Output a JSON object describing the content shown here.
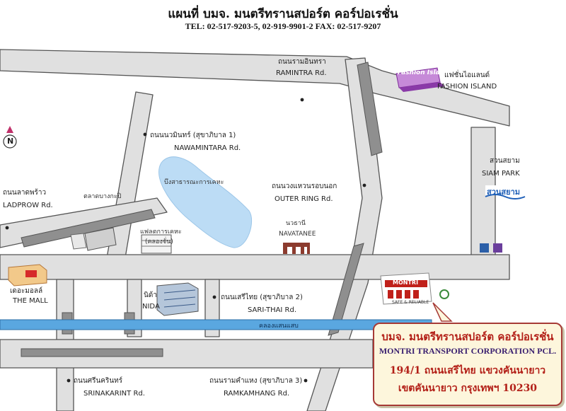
{
  "header": {
    "title": "แผนที่ บมจ. มนตรีทรานสปอร์ต คอร์ปอเรชั่น",
    "contact": "TEL: 02-517-9203-5, 02-919-9901-2 FAX: 02-517-9207"
  },
  "compass": {
    "letter": "N"
  },
  "roads": {
    "ramintra": {
      "th": "ถนนรามอินทรา",
      "en": "RAMINTRA Rd."
    },
    "nawamintara": {
      "th": "ถนนนวมินทร์ (สุขาภิบาล 1)",
      "en": "NAWAMINTARA Rd."
    },
    "ladprow": {
      "th": "ถนนลาดพร้าว",
      "en": "LADPROW Rd."
    },
    "outer_ring": {
      "th": "ถนนวงแหวนรอบนอก",
      "en": "OUTER RING Rd."
    },
    "sari_thai": {
      "th": "ถนนเสรีไทย (สุขาภิบาล 2)",
      "en": "SARI-THAI Rd."
    },
    "srinakarint": {
      "th": "ถนนศรีนครินทร์",
      "en": "SRINAKARINT Rd."
    },
    "ramkamhang": {
      "th": "ถนนรามคำแหง (สุขาภิบาล 3)",
      "en": "RAMKAMHANG Rd."
    }
  },
  "canal": {
    "th": "คลองแสนแสบ"
  },
  "landmarks": {
    "fashion_island": {
      "logo": "Fashion Island",
      "th": "แฟชั่นไอแลนด์",
      "en": "FASHION ISLAND"
    },
    "siam_park": {
      "th": "สวนสยาม",
      "en": "SIAM PARK",
      "logo": "สวนสยาม"
    },
    "lake": {
      "th": "บึงสาธารณะการเคหะ"
    },
    "bangkapi_market": {
      "th": "ตลาดบางกะปิ"
    },
    "housing_flats": {
      "th1": "แฟลตการเคหะ",
      "th2": "(คลองจั่น)"
    },
    "navatanee": {
      "th": "นวธานี",
      "en": "NAVATANEE"
    },
    "the_mall": {
      "th": "เดอะมอลล์",
      "en": "THE MALL"
    },
    "nida": {
      "th": "นิด้า",
      "en": "NIDA"
    },
    "montri": {
      "logo": "MONTRI",
      "tagline": "SAFE & RELIABLE"
    }
  },
  "company": {
    "name_th": "บมจ. มนตรีทรานสปอร์ต คอร์ปอเรชั่น",
    "name_en": "MONTRI TRANSPORT CORPORATION PCL.",
    "address_line1": "194/1 ถนนเสรีไทย แขวงคันนายาว",
    "address_line2": "เขตคันนายาว กรุงเทพฯ 10230"
  },
  "colors": {
    "road": "#e0e0e0",
    "road_edge": "#555555",
    "median": "#8f8f8f",
    "canal": "#5aa7e0",
    "lake": "#bcdcf5",
    "box_border": "#a63a36",
    "box_fill": "#fdf6dc",
    "box_text": "#b32018",
    "box_text_en": "#3a2070",
    "fashion_purple": "#8a3aa8"
  }
}
